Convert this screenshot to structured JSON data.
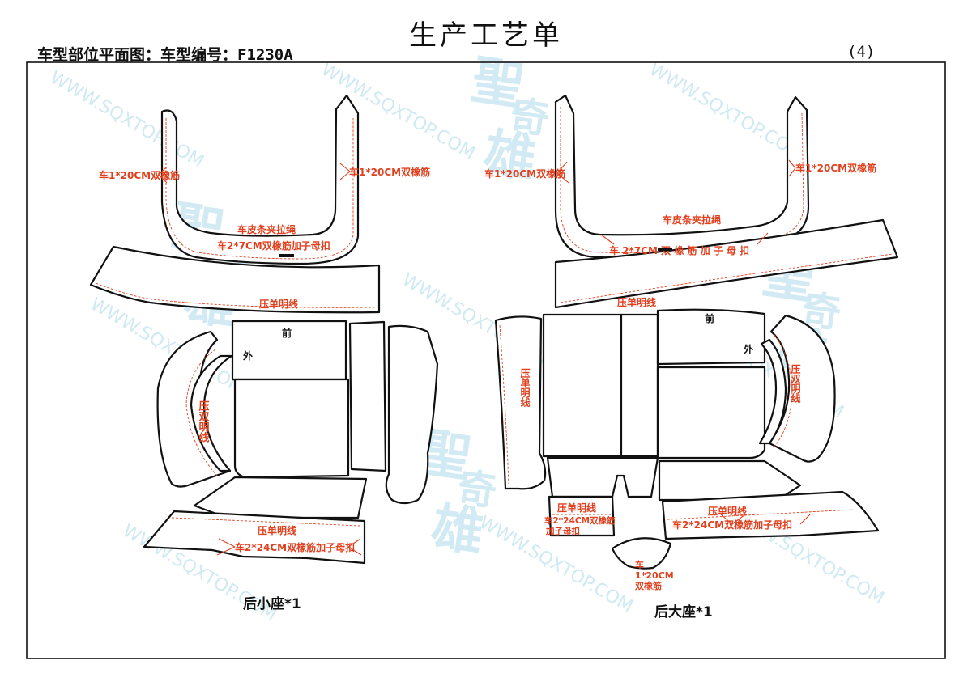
{
  "header": {
    "title": "生产工艺单",
    "subtitle": "车型部位平面图：车型编号：F1230A",
    "page_number": "(4)"
  },
  "watermark": {
    "url_text": "WWW.SQXTOP.COM",
    "logo_text": "聖奇雄"
  },
  "left_set": {
    "caption": "后小座*1",
    "labels": {
      "elastic_left": "车1*20CM双橡筋",
      "elastic_right": "车1*20CM双橡筋",
      "strap_rope": "车皮条夹拉绳",
      "elastic_buckle": "车2*7CM双橡筋加子母扣",
      "topstitch_band": "压单明线",
      "front": "前",
      "outer": "外",
      "double_stitch": "压双明线",
      "topstitch_bottom": "压单明线",
      "bottom_elastic": "车2*24CM双橡筋加子母扣"
    }
  },
  "right_set": {
    "caption": "后大座*1",
    "labels": {
      "elastic_left": "车1*20CM双橡筋",
      "elastic_right": "车1*20CM双橡筋",
      "strap_rope": "车皮条夹拉绳",
      "elastic_buckle": "车 2*7CM 双 橡 筋 加 子 母 扣",
      "topstitch_band": "压单明线",
      "side_single": "压单明线",
      "front": "前",
      "outer": "外",
      "double_stitch": "压双明线",
      "small_topstitch": "压单明线",
      "small_elastic_1": "车2*24CM双橡筋",
      "small_elastic_2": "加子母扣",
      "topstitch_bottom": "压单明线",
      "bottom_elastic": "车2*24CM双橡筋加子母扣",
      "tab_1": "车",
      "tab_2": "1*20CM",
      "tab_3": "双橡筋"
    }
  }
}
